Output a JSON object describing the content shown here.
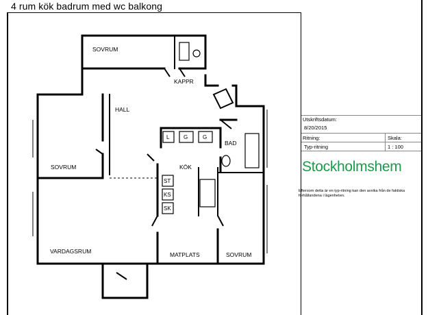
{
  "header": {
    "title": "4 rum kök badrum med wc balkong"
  },
  "rooms": {
    "sovrum_top": "SOVRUM",
    "kappr": "KAPPR",
    "hall": "HALL",
    "sovrum_left": "SOVRUM",
    "kok": "KÖK",
    "bad": "BAD",
    "vardagsrum": "VARDAGSRUM",
    "matplats": "MATPLATS",
    "sovrum_right": "SOVRUM"
  },
  "fixtures": {
    "l": "L",
    "g1": "G",
    "g2": "G",
    "st": "ST",
    "ks": "KS",
    "sk": "SK"
  },
  "info": {
    "print_date_label": "Utskriftsdatum:",
    "print_date_value": "8/20/2015",
    "drawing_label": "Ritning:",
    "scale_label": "Skala:",
    "drawing_value": "Typ-ritning",
    "scale_value": "1 : 100"
  },
  "brand": {
    "name": "Stockholmshem",
    "color": "#1a9a4b"
  },
  "disclaimer": {
    "text": "Eftersom detta är en typ-ritning kan den avvika från de faktiska förhållandena i lägenheten."
  }
}
